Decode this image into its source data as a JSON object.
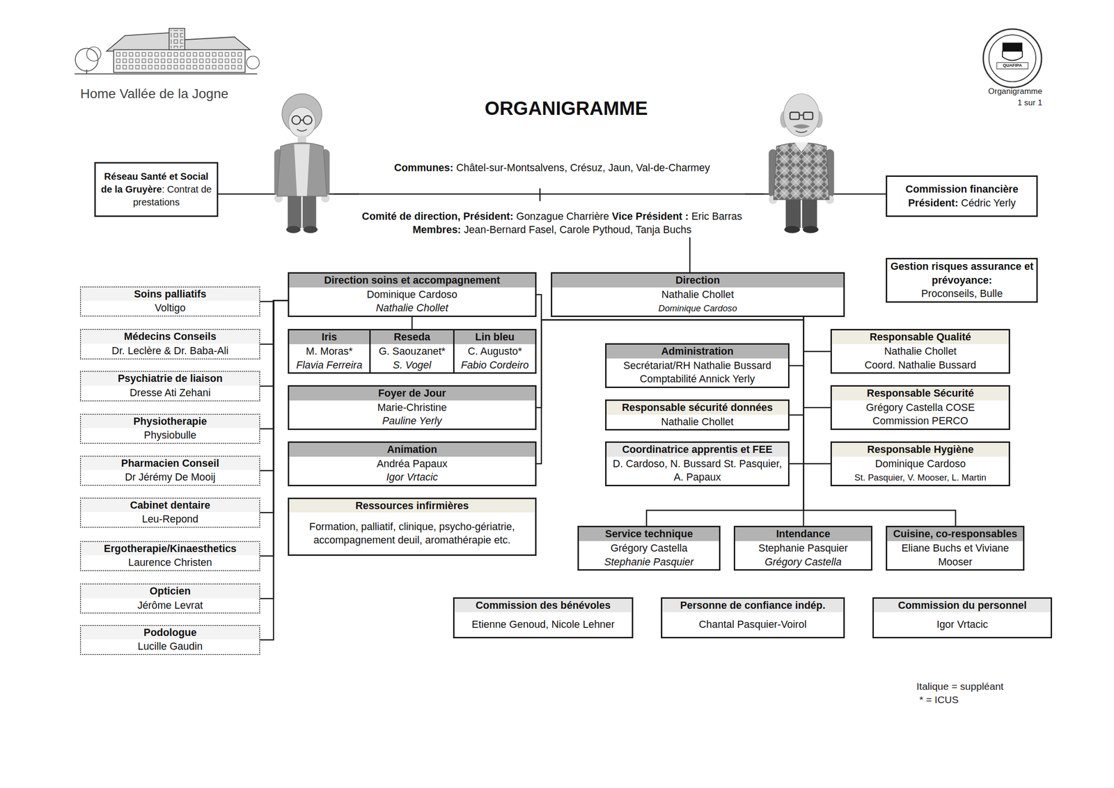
{
  "diagram": {
    "title": "ORGANIGRAMME",
    "nodes": [
      {
        "text": [
          "Réseau Santé et Social de la Gruyère",
          ": Contrat de prestations"
        ]
      },
      {
        "text": [
          "Communes:",
          "Châtel-sur-Montsalvens, Crésuz, Jaun, Val-de-Charmey",
          "Comité de direction, Président:",
          "Gonzague Charrière",
          "Vice Président :",
          "Eric Barras",
          "Membres:",
          "Jean-Bernard Fasel, Carole Pythoud, Tanja Buchs"
        ]
      },
      {
        "text": [
          "Commission financière",
          "Président:",
          "Cédric Yerly"
        ]
      },
      {
        "text": [
          "Gestion risques assurance et prévoyance:",
          "Proconseils, Bulle"
        ]
      },
      {
        "text": [
          "Soins palliatifs",
          "Voltigo"
        ]
      },
      {
        "text": [
          "Médecins Conseils",
          "Dr. Leclère & Dr. Baba-Ali"
        ]
      },
      {
        "text": [
          "Psychiatrie de liaison",
          "Dresse Ati Zehani"
        ]
      },
      {
        "text": [
          "Physiotherapie",
          "Physiobulle"
        ]
      },
      {
        "text": [
          "Pharmacien Conseil",
          "Dr Jérémy De Mooij"
        ]
      },
      {
        "text": [
          "Cabinet dentaire",
          "Leu-Repond"
        ]
      },
      {
        "text": [
          "Ergotherapie/Kinaesthetics",
          "Laurence Christen"
        ]
      },
      {
        "text": [
          "Opticien",
          "Jérôme Levrat"
        ]
      },
      {
        "text": [
          "Podologue",
          "Lucille Gaudin"
        ]
      },
      {
        "text": [
          "Direction soins et accompagnement",
          "Dominique Cardoso",
          "Nathalie Chollet"
        ]
      },
      {
        "text": [
          "Iris",
          "M. Moras*",
          "Flavia Ferreira"
        ]
      },
      {
        "text": [
          "Reseda",
          "G. Saouzanet*",
          "S. Vogel"
        ]
      },
      {
        "text": [
          "Lin bleu",
          "C. Augusto*",
          "Fabio Cordeiro"
        ]
      },
      {
        "text": [
          "Foyer de Jour",
          "Marie-Christine",
          "Pauline Yerly"
        ]
      },
      {
        "text": [
          "Animation",
          "Andréa Papaux",
          "Igor Vrtacic"
        ]
      },
      {
        "text": [
          "Ressources infirmières",
          "Formation, palliatif, clinique, psycho-gériatrie, accompagnement deuil, aromathérapie etc."
        ]
      },
      {
        "text": [
          "Direction",
          "Nathalie Chollet",
          "Dominique Cardoso"
        ]
      },
      {
        "text": [
          "Administration",
          "Secrétariat/RH Nathalie Bussard",
          "Comptabilité Annick Yerly"
        ]
      },
      {
        "text": [
          "Responsable sécurité données",
          "Nathalie Chollet"
        ]
      },
      {
        "text": [
          "Coordinatrice apprentis et FEE",
          "D. Cardoso, N. Bussard St. Pasquier, A. Papaux"
        ]
      },
      {
        "text": [
          "Responsable Qualité",
          "Nathalie Chollet",
          "Coord. Nathalie Bussard"
        ]
      },
      {
        "text": [
          "Responsable Sécurité",
          "Grégory Castella COSE",
          "Commission PERCO"
        ]
      },
      {
        "text": [
          "Responsable Hygiène",
          "Dominique Cardoso",
          "St. Pasquier, V. Mooser, L. Martin"
        ]
      },
      {
        "text": [
          "Service technique",
          "Grégory Castella",
          "Stephanie Pasquier"
        ]
      },
      {
        "text": [
          "Intendance",
          "Stephanie Pasquier",
          "Grégory Castella"
        ]
      },
      {
        "text": [
          "Cuisine, co-responsables",
          "Eliane Buchs et Viviane Mooser"
        ]
      },
      {
        "text": [
          "Commission des bénévoles",
          "Etienne Genoud, Nicole Lehner"
        ]
      },
      {
        "text": [
          "Personne de confiance indép.",
          "Chantal Pasquier-Voirol"
        ]
      },
      {
        "text": [
          "Commission du personnel",
          "Igor Vrtacic"
        ]
      }
    ],
    "edges": [
      {
        "from": 0,
        "to": 1,
        "arrow": "none"
      },
      {
        "from": 2,
        "to": 1,
        "arrow": "none"
      },
      {
        "from": 1,
        "to": 20,
        "arrow": "none"
      },
      {
        "from": 20,
        "to": 13,
        "arrow": "none"
      },
      {
        "from": 20,
        "to": 17,
        "arrow": "none"
      },
      {
        "from": 20,
        "to": 18,
        "arrow": "none"
      },
      {
        "from": 13,
        "to": 15,
        "arrow": "none"
      },
      {
        "from": 13,
        "to": 4,
        "arrow": "none"
      },
      {
        "from": 13,
        "to": 5,
        "arrow": "none"
      },
      {
        "from": 13,
        "to": 6,
        "arrow": "none"
      },
      {
        "from": 13,
        "to": 7,
        "arrow": "none"
      },
      {
        "from": 13,
        "to": 8,
        "arrow": "none"
      },
      {
        "from": 13,
        "to": 9,
        "arrow": "none"
      },
      {
        "from": 13,
        "to": 10,
        "arrow": "none"
      },
      {
        "from": 13,
        "to": 11,
        "arrow": "none"
      },
      {
        "from": 13,
        "to": 12,
        "arrow": "none"
      },
      {
        "from": 20,
        "to": 21,
        "arrow": "none"
      },
      {
        "from": 20,
        "to": 22,
        "arrow": "none"
      },
      {
        "from": 20,
        "to": 23,
        "arrow": "none"
      },
      {
        "from": 20,
        "to": 24,
        "arrow": "none"
      },
      {
        "from": 20,
        "to": 25,
        "arrow": "none"
      },
      {
        "from": 20,
        "to": 26,
        "arrow": "none"
      },
      {
        "from": 20,
        "to": 27,
        "arrow": "none"
      },
      {
        "from": 20,
        "to": 28,
        "arrow": "none"
      },
      {
        "from": 20,
        "to": 29,
        "arrow": "none"
      }
    ],
    "labels": [
      "Home Vallée de la Jogne",
      "QUAFIPA",
      "Organigramme",
      "1 sur 1",
      "Italique = suppléant",
      "* = ICUS"
    ]
  }
}
